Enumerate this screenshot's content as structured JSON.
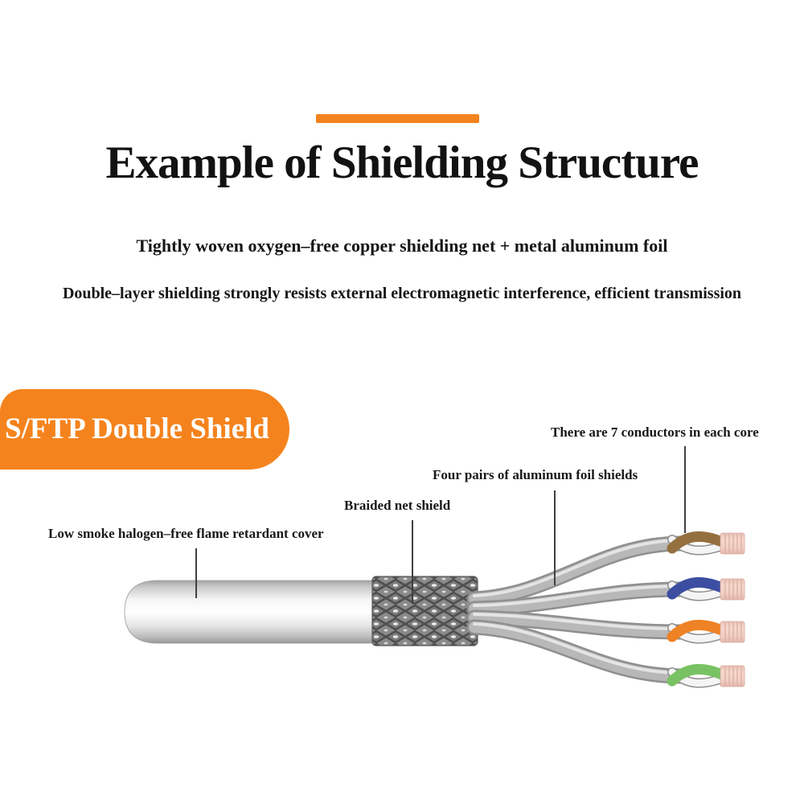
{
  "header": {
    "title": "Example of Shielding Structure",
    "subtitle1": "Tightly woven oxygen–free copper shielding net + metal aluminum foil",
    "subtitle2": "Double–layer shielding strongly resists external electromagnetic interference, efficient transmission"
  },
  "badge": {
    "label": "S/FTP Double Shield"
  },
  "diagram": {
    "labels": {
      "conductors": "There are 7 conductors in each core",
      "foil": "Four pairs of aluminum foil shields",
      "braid": "Braided net shield",
      "cover": "Low smoke halogen–free flame retardant cover"
    },
    "colors": {
      "accent_orange": "#f5831d",
      "leader_line": "#3f3f3f",
      "pair_brown": "#94703f",
      "pair_blue": "#3c4ea1",
      "pair_orange": "#ef8224",
      "pair_green": "#79c263",
      "wire_white": "#f4f4f4",
      "foil_gray": "#b8b8b8",
      "braid_gray": "#8a8a8a",
      "conductor_pink": "#f2d1c8",
      "conductor_stripe": "#dcafa2"
    }
  }
}
